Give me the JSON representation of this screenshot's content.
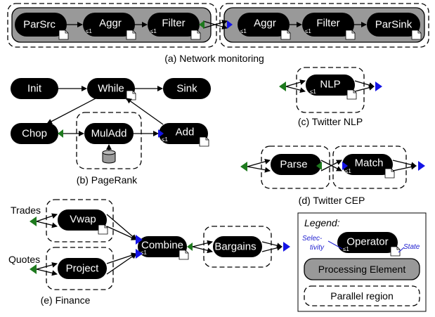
{
  "ops": {
    "nm_parsrc": "ParSrc",
    "nm_aggr1": "Aggr",
    "nm_filter1": "Filter",
    "nm_aggr2": "Aggr",
    "nm_filter2": "Filter",
    "nm_parsink": "ParSink",
    "pr_init": "Init",
    "pr_while": "While",
    "pr_sink": "Sink",
    "pr_chop": "Chop",
    "pr_muladd": "MulAdd",
    "pr_add": "Add",
    "tn_nlp": "NLP",
    "tc_parse": "Parse",
    "tc_match": "Match",
    "fi_vwap": "Vwap",
    "fi_project": "Project",
    "fi_combine": "Combine",
    "fi_bargains": "Bargains",
    "leg_operator": "Operator"
  },
  "selectivity": "≤1",
  "captions": {
    "a": "(a) Network monitoring",
    "b": "(b) PageRank",
    "c": "(c) Twitter NLP",
    "d": "(d) Twitter CEP",
    "e": "(e) Finance"
  },
  "labels": {
    "trades": "Trades",
    "quotes": "Quotes"
  },
  "legend": {
    "title": "Legend:",
    "selectivity_1": "Selec-",
    "selectivity_2": "tivity",
    "state": "State",
    "pe": "Processing Element",
    "region": "Parallel region"
  },
  "colors": {
    "source": "#1e7a1e",
    "sink": "#1414e6",
    "pe": "#999999"
  }
}
